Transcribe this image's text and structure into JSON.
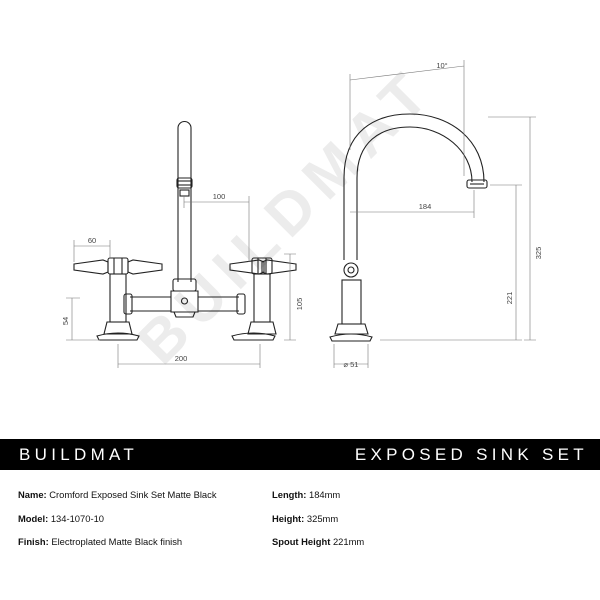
{
  "watermark": "BUILDMAT",
  "dimensions": {
    "front_width_60": "60",
    "front_offset_100": "100",
    "front_height_105": "105",
    "front_base_54": "54",
    "front_centres_200": "200",
    "side_angle": "10°",
    "side_reach_184": "184",
    "side_height_325": "325",
    "side_spout_221": "221",
    "side_base_diameter": "⌀ 51"
  },
  "banner": {
    "brand": "BUILDMAT",
    "product": "EXPOSED SINK SET",
    "background": "#000000",
    "text_color": "#ffffff"
  },
  "specs": {
    "name_label": "Name:",
    "name_value": "Cromford Exposed Sink Set Matte Black",
    "model_label": "Model:",
    "model_value": "134-1070-10",
    "finish_label": "Finish:",
    "finish_value": "Electroplated Matte Black finish",
    "length_label": "Length:",
    "length_value": "184mm",
    "height_label": "Height:",
    "height_value": "325mm",
    "spout_label": "Spout Height",
    "spout_value": "221mm"
  }
}
